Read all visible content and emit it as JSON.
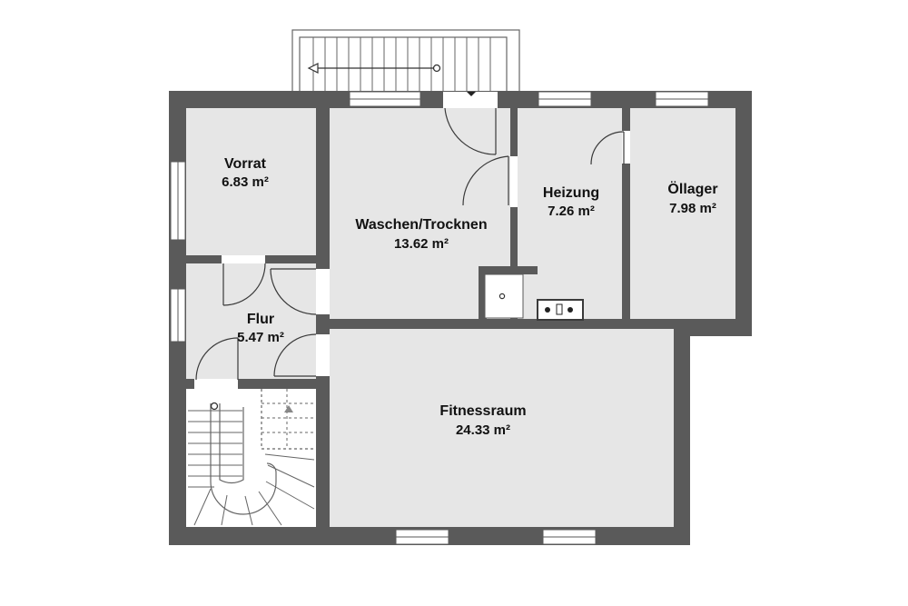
{
  "plan": {
    "rooms": [
      {
        "id": "vorrat",
        "name": "Vorrat",
        "area": "6.83 m²"
      },
      {
        "id": "waschen",
        "name": "Waschen/Trocknen",
        "area": "13.62 m²"
      },
      {
        "id": "heizung",
        "name": "Heizung",
        "area": "7.26 m²"
      },
      {
        "id": "oellager",
        "name": "Öllager",
        "area": "7.98 m²"
      },
      {
        "id": "flur",
        "name": "Flur",
        "area": "5.47 m²"
      },
      {
        "id": "fitness",
        "name": "Fitnessraum",
        "area": "24.33 m²"
      }
    ],
    "colors": {
      "wall": "#5a5a5a",
      "floor": "#e6e6e6",
      "background": "#ffffff"
    },
    "icons": [
      "stair-arrow-icon",
      "stair-direction-icon",
      "boiler-icon",
      "stove-icon"
    ]
  }
}
